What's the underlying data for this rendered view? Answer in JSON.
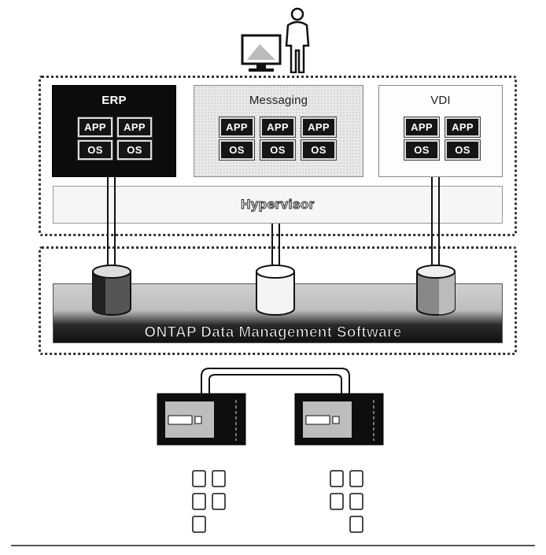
{
  "workloads": [
    {
      "title": "ERP",
      "vms": [
        {
          "app": "APP",
          "os": "OS"
        },
        {
          "app": "APP",
          "os": "OS"
        }
      ]
    },
    {
      "title": "Messaging",
      "vms": [
        {
          "app": "APP",
          "os": "OS"
        },
        {
          "app": "APP",
          "os": "OS"
        },
        {
          "app": "APP",
          "os": "OS"
        }
      ]
    },
    {
      "title": "VDI",
      "vms": [
        {
          "app": "APP",
          "os": "OS"
        },
        {
          "app": "APP",
          "os": "OS"
        }
      ]
    }
  ],
  "hypervisor": {
    "label": "Hypervisor"
  },
  "storage": {
    "label": "ONTAP Data Management Software"
  },
  "colors": {
    "erp_fill": "#0c0c0c",
    "messaging_fill": "#e9e9e9",
    "vdi_fill": "#fdfdfd",
    "ontap_dark": "#111111"
  },
  "icons": [
    "user-icon",
    "monitor-icon",
    "storage-volume-icon",
    "storage-controller-icon",
    "disk-drive-icon"
  ]
}
